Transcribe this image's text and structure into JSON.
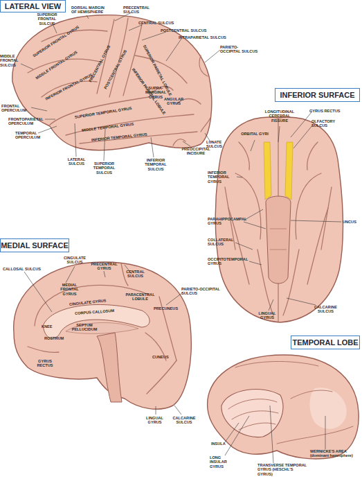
{
  "diagram": {
    "nodes": [
      {
        "text": [
          "LATERAL VIEW"
        ]
      },
      {
        "text": [
          "INFERIOR SURFACE"
        ]
      },
      {
        "text": [
          "MEDIAL SURFACE"
        ]
      },
      {
        "text": [
          "TEMPORAL LOBE"
        ]
      }
    ],
    "labels": [
      "SUPERIOR FRONTAL SULCUS",
      "DORSAL MARGIN OF HEMISPHERE",
      "PRECENTRAL SULCUS",
      "CENTRAL SULCUS",
      "POSTCENTRAL SULCUS",
      "INTRAPARIETAL SULCUS",
      "PARIETO-OCCIPITAL SULCUS",
      "MIDDLE FRONTAL SULCUS",
      "FRONTAL OPERCULUM",
      "FRONTOPARIETAL OPERCULUM",
      "TEMPORAL OPERCULUM",
      "LATERAL SULCUS",
      "SUPERIOR TEMPORAL SULCUS",
      "INFERIOR TEMPORAL SULCUS",
      "PREOCCIPITAL INCISURE",
      "LUNATE SULCUS",
      "SUPERIOR FRONTAL GYRUS",
      "MIDDLE FRONTAL GYRUS",
      "INFERIOR FRONTAL GYRUS",
      "PRECENTRAL GYRUS",
      "POSTCENTRAL GYRUS",
      "SUPERIOR PARIETAL LOBULE",
      "INFERIOR PARIETAL LOBULE",
      "SUPRA-MARGINAL GYRUS",
      "ANGULAR GYRUS",
      "SUPERIOR TEMPORAL GYRUS",
      "MIDDLE TEMPORAL GYRUS",
      "INFERIOR TEMPORAL GYRUS",
      "LONGITUDINAL CEREBRAL FISSURE",
      "GYRUS RECTUS",
      "OLFACTORY SULCUS",
      "ORBITAL GYRI",
      "INFERIOR TEMPORAL GYRUS",
      "PARAHIPPOCAMPAL GYRUS",
      "UNCUS",
      "COLLATERAL SULCUS",
      "OCCIPITOTEMPORAL GYRUS",
      "LINGUAL GYRUS",
      "CALCARINE SULCUS",
      "CALLOSAL SULCUS",
      "CINGULATE SULCUS",
      "PRECENTRAL GYRUS",
      "CENTRAL SULCUS",
      "PARIETO-OCCIPITAL SULCUS",
      "MEDIAL FRONTAL GYRUS",
      "CINGULATE GYRUS",
      "PARACENTRAL LOBULE",
      "PRECUNEUS",
      "CORPUS CALLOSUM",
      "KNEE",
      "SEPTUM PELLUCIDUM",
      "ROSTRUM",
      "GYRUS RECTUS",
      "CUNEUS",
      "LINGUAL GYRUS",
      "CALCARINE SULCUS",
      "INSULA",
      "LONG INSULAR GYRUS",
      "TRANSVERSE TEMPORAL GYRUS (HESCHL'S GYRUS)",
      "WERNICKE'S AREA (dominant hemisphere)"
    ]
  }
}
